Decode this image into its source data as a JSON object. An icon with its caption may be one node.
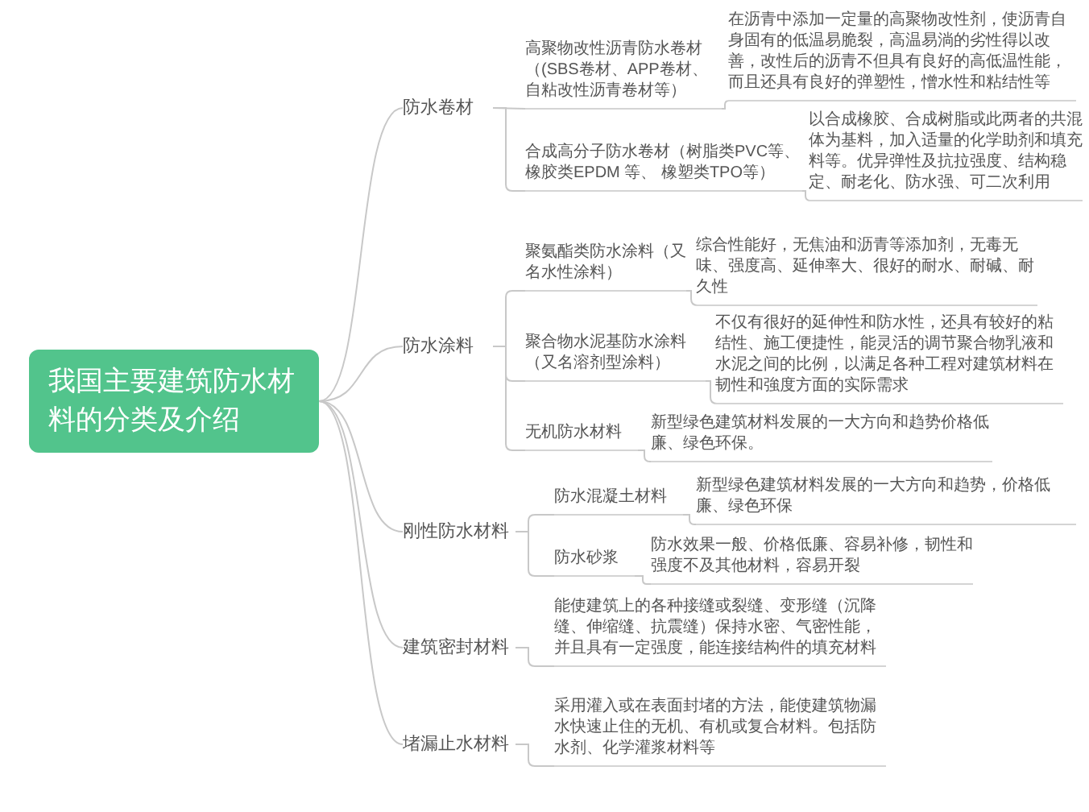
{
  "diagram": {
    "nodes": [
      {
        "text": [
          "我国主要建筑防水材料的分类及介绍"
        ]
      },
      {
        "text": [
          "防水卷材"
        ]
      },
      {
        "text": [
          "高聚物改性沥青防水卷材（(SBS卷材、APP卷材、自粘改性沥青卷材等）"
        ]
      },
      {
        "text": [
          "在沥青中添加一定量的高聚物改性剂，使沥青自身固有的低温易脆裂，高温易淌的劣性得以改善，改性后的沥青不但具有良好的高低温性能，而且还具有良好的弹塑性，憎水性和粘结性等"
        ]
      },
      {
        "text": [
          "合成高分子防水卷材（树脂类PVC等、橡胶类EPDM 等、 橡塑类TPO等）"
        ]
      },
      {
        "text": [
          "以合成橡胶、合成树脂或此两者的共混体为基料，加入适量的化学助剂和填充料等。优异弹性及抗拉强度、结构稳定、耐老化、防水强、可二次利用"
        ]
      },
      {
        "text": [
          "防水涂料"
        ]
      },
      {
        "text": [
          "聚氨酯类防水涂料（又名水性涂料）"
        ]
      },
      {
        "text": [
          "综合性能好，无焦油和沥青等添加剂，无毒无味、强度高、延伸率大、很好的耐水、耐碱、耐久性"
        ]
      },
      {
        "text": [
          "聚合物水泥基防水涂料（又名溶剂型涂料）"
        ]
      },
      {
        "text": [
          "不仅有很好的延伸性和防水性，还具有较好的粘结性、施工便捷性，能灵活的调节聚合物乳液和水泥之间的比例，以满足各种工程对建筑材料在韧性和強度方面的实际需求"
        ]
      },
      {
        "text": [
          "无机防水材料"
        ]
      },
      {
        "text": [
          "新型绿色建筑材料发展的一大方向和趋势价格低廉、绿色环保。"
        ]
      },
      {
        "text": [
          "刚性防水材料"
        ]
      },
      {
        "text": [
          "防水混凝土材料"
        ]
      },
      {
        "text": [
          "新型绿色建筑材料发展的一大方向和趋势，价格低廉、绿色环保"
        ]
      },
      {
        "text": [
          "防水砂浆"
        ]
      },
      {
        "text": [
          "防水效果一般、价格低廉、容易补修，韧性和强度不及其他材料，容易开裂"
        ]
      },
      {
        "text": [
          "建筑密封材料"
        ]
      },
      {
        "text": [
          "能使建筑上的各种接缝或裂缝、变形缝（沉降缝、伸缩缝、抗震缝）保持水密、气密性能，并且具有一定强度，能连接结构件的填充材料"
        ]
      },
      {
        "text": [
          "堵漏止水材料"
        ]
      },
      {
        "text": [
          "采用灌入或在表面封堵的方法，能使建筑物漏水快速止住的无机、有机或复合材料。包括防水剂、化学灌浆材料等"
        ]
      }
    ],
    "edges": [
      {
        "from": 0,
        "to": 1,
        "arrow": "none"
      },
      {
        "from": 1,
        "to": 2,
        "arrow": "none"
      },
      {
        "from": 2,
        "to": 3,
        "arrow": "none"
      },
      {
        "from": 1,
        "to": 4,
        "arrow": "none"
      },
      {
        "from": 4,
        "to": 5,
        "arrow": "none"
      },
      {
        "from": 0,
        "to": 6,
        "arrow": "none"
      },
      {
        "from": 6,
        "to": 7,
        "arrow": "none"
      },
      {
        "from": 7,
        "to": 8,
        "arrow": "none"
      },
      {
        "from": 6,
        "to": 9,
        "arrow": "none"
      },
      {
        "from": 9,
        "to": 10,
        "arrow": "none"
      },
      {
        "from": 6,
        "to": 11,
        "arrow": "none"
      },
      {
        "from": 11,
        "to": 12,
        "arrow": "none"
      },
      {
        "from": 0,
        "to": 13,
        "arrow": "none"
      },
      {
        "from": 13,
        "to": 14,
        "arrow": "none"
      },
      {
        "from": 14,
        "to": 15,
        "arrow": "none"
      },
      {
        "from": 13,
        "to": 16,
        "arrow": "none"
      },
      {
        "from": 16,
        "to": 17,
        "arrow": "none"
      },
      {
        "from": 0,
        "to": 18,
        "arrow": "none"
      },
      {
        "from": 18,
        "to": 19,
        "arrow": "none"
      },
      {
        "from": 0,
        "to": 20,
        "arrow": "none"
      },
      {
        "from": 20,
        "to": 21,
        "arrow": "none"
      }
    ]
  }
}
